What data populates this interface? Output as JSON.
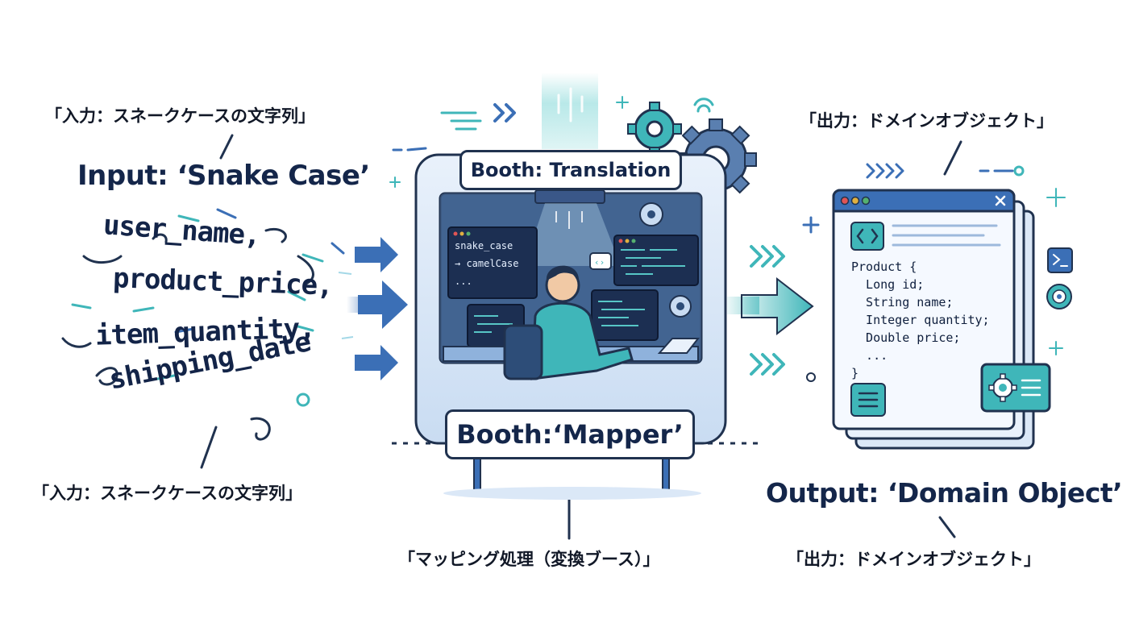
{
  "input": {
    "label_jp_top": "「入力：スネークケースの文字列」",
    "label_en": "Input: ‘Snake Case’",
    "label_jp_bottom": "「入力：スネークケースの文字列」",
    "fields": [
      "user_name,",
      "product_price,",
      "item_quantity,",
      "shipping_date"
    ]
  },
  "booth": {
    "top_sign": "Booth: Translation",
    "bottom_sign": "Booth:‘Mapper’",
    "caption_jp": "「マッピング処理（変換ブース）」",
    "screen_lines": [
      "snake_case",
      "→ camelCase",
      "..."
    ]
  },
  "output": {
    "label_jp_top": "「出力：ドメインオブジェクト」",
    "label_en": "Output: ‘Domain Object’",
    "label_jp_bottom": "「出力：ドメインオブジェクト」",
    "code_lines": [
      "Product {",
      "  Long id;",
      "  String name;",
      "  Integer quantity;",
      "  Double price;",
      "  ...",
      "}"
    ]
  },
  "colors": {
    "navy": "#20324f",
    "blue": "#3b6fb6",
    "teal": "#3fb6b9",
    "light_blue": "#dbe8f7",
    "window_dots": [
      "#e05555",
      "#e0b040",
      "#55b070"
    ]
  }
}
